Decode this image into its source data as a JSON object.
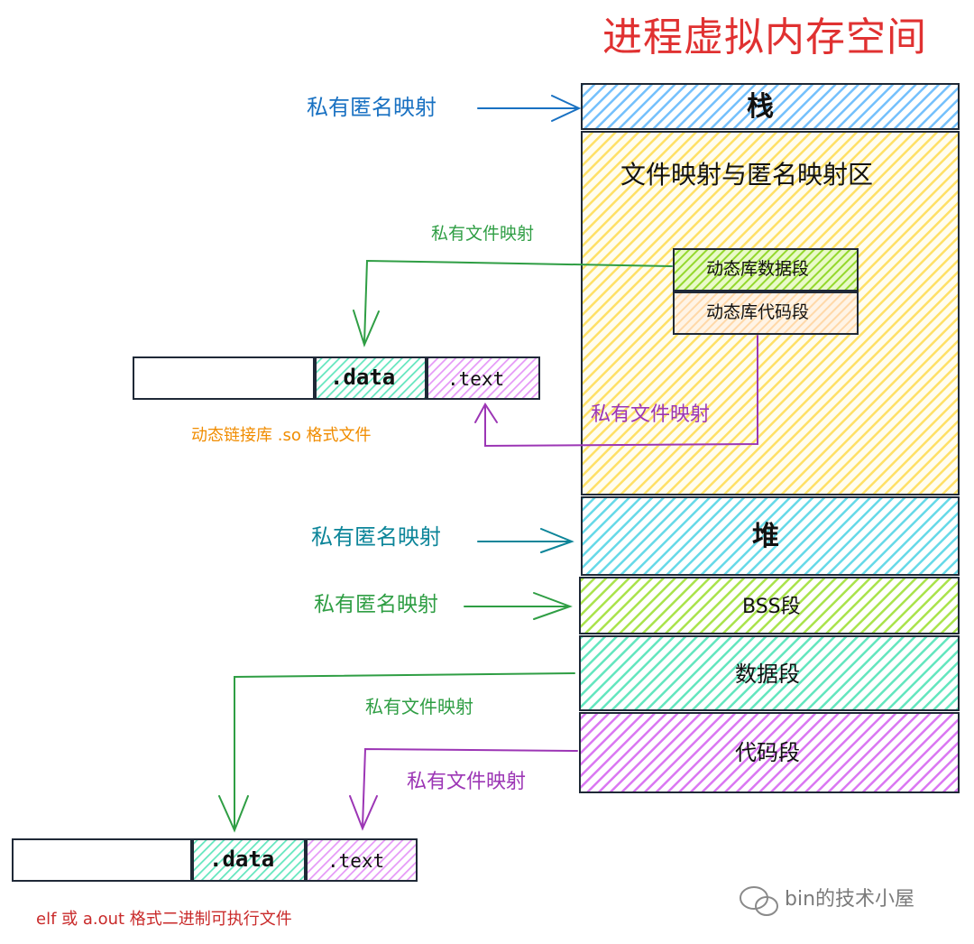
{
  "diagram": {
    "title": "进程虚拟内存空间",
    "memory_segments": {
      "stack": "栈",
      "mapping_region": "文件映射与匿名映射区",
      "lib_data": "动态库数据段",
      "lib_text": "动态库代码段",
      "heap": "堆",
      "bss": "BSS段",
      "data": "数据段",
      "text": "代码段"
    },
    "mapping_labels": {
      "stack": "私有匿名映射",
      "lib_data": "私有文件映射",
      "lib_text": "私有文件映射",
      "heap": "私有匿名映射",
      "bss": "私有匿名映射",
      "data": "私有文件映射",
      "text": "私有文件映射"
    },
    "so_file": {
      "data_label": ".data",
      "text_label": ".text",
      "caption": "动态链接库 .so 格式文件"
    },
    "elf_file": {
      "data_label": ".data",
      "text_label": ".text",
      "caption": "elf 或 a.out 格式二进制可执行文件"
    },
    "watermark": "bin的技术小屋",
    "colors": {
      "title": "#e03131",
      "stack": "#a5d8ff",
      "mapping_region": "#ffec99",
      "lib_data": "#c0eb75",
      "lib_text": "#ffe8cc",
      "heap": "#99e9f2",
      "bss": "#c0eb75",
      "data": "#96f2d7",
      "text": "#e599f7",
      "arrow_blue": "#1971c2",
      "arrow_teal": "#0c8599",
      "arrow_green": "#2f9e44",
      "arrow_purple": "#9c36b5"
    }
  }
}
